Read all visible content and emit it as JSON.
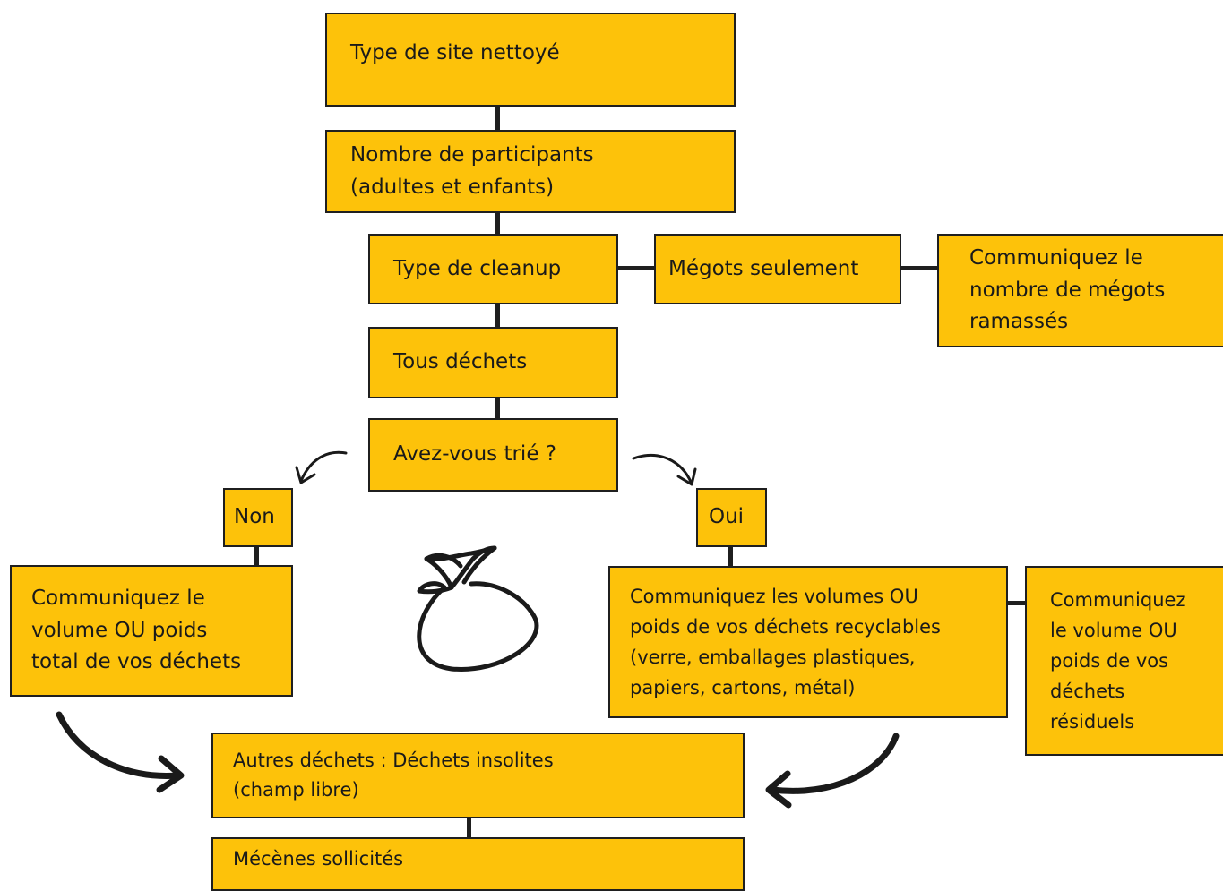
{
  "nodes": {
    "site_type": [
      "Type de site nettoyé"
    ],
    "participants": [
      "Nombre de participants",
      "(adultes et enfants)"
    ],
    "cleanup_type": [
      "Type de cleanup"
    ],
    "butts_only": [
      "Mégots seulement"
    ],
    "butts_count": [
      "Communiquez le",
      "nombre de mégots",
      "ramassés"
    ],
    "all_waste": [
      "Tous déchets"
    ],
    "sorted_question": [
      "Avez-vous trié ?"
    ],
    "no": [
      "Non"
    ],
    "yes": [
      "Oui"
    ],
    "total_volume": [
      "Communiquez le",
      "volume OU poids",
      "total de vos déchets"
    ],
    "recyclable_volume": [
      "Communiquez les volumes OU",
      "poids de vos déchets recyclables",
      "(verre, emballages plastiques,",
      "papiers, cartons, métal)"
    ],
    "residual_volume": [
      "Communiquez",
      "le volume OU",
      "poids de vos",
      "déchets",
      "résiduels"
    ],
    "other_waste": [
      "Autres déchets : Déchets insolites",
      "(champ libre)"
    ],
    "sponsors": [
      "Mécènes sollicités"
    ]
  },
  "colors": {
    "box_fill": "#FDC20A",
    "stroke": "#1f1f1f"
  },
  "icons": [
    "trash-bag-icon",
    "curved-arrow-icon"
  ]
}
